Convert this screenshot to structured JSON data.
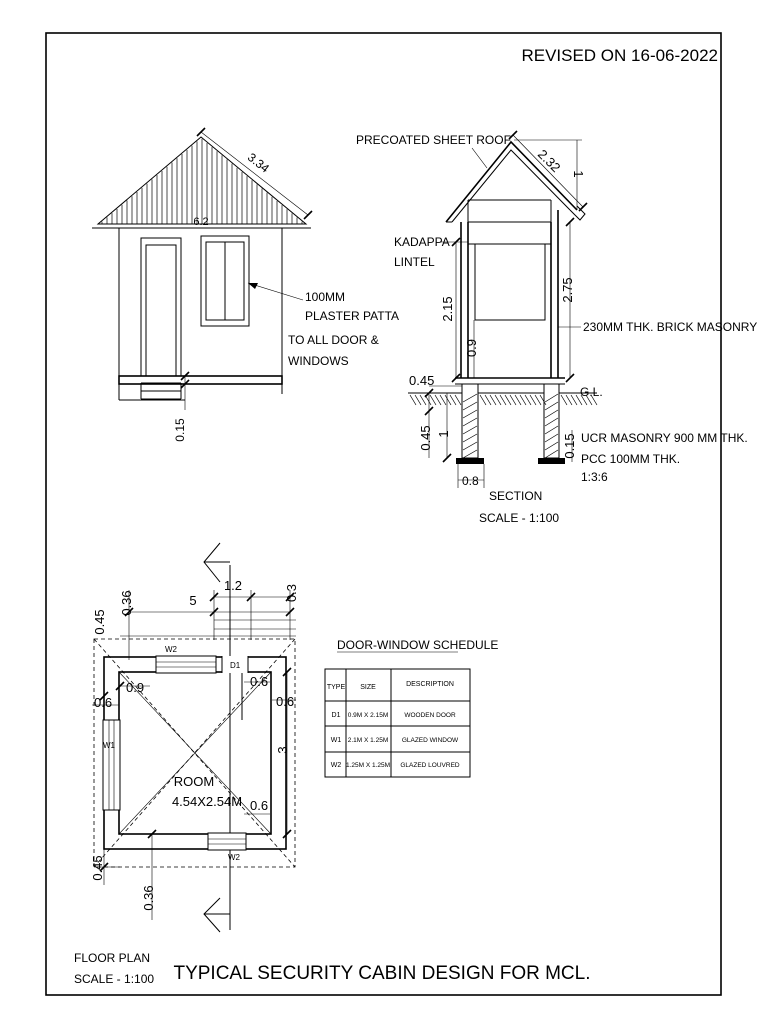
{
  "header": {
    "revised": "REVISED ON 16-06-2022"
  },
  "elevation": {
    "dims": {
      "roof_slope": "3.34",
      "roof_width": "6.2",
      "plinth": "0.15"
    },
    "notes": {
      "plaster_l1": "100MM",
      "plaster_l2": "PLASTER PATTA",
      "plaster_l3": "TO ALL DOOR &",
      "plaster_l4": "WINDOWS"
    }
  },
  "section": {
    "labels": {
      "roof": "PRECOATED SHEET ROOF",
      "kadappa": "KADAPPA",
      "lintel": "LINTEL",
      "brick": "230MM THK. BRICK MASONRY",
      "gl": "G.L.",
      "ucr": "UCR MASONRY 900 MM THK.",
      "pcc": "PCC 100MM THK.",
      "mix": "1:3:6",
      "title": "SECTION",
      "scale": "SCALE - 1:100"
    },
    "dims": {
      "slope": "2.32",
      "rise": "1",
      "h275": "2.75",
      "h215": "2.15",
      "h09": "0.9",
      "w045": "0.45",
      "d045": "0.45",
      "d1": "1",
      "d015": "0.15",
      "w08": "0.8"
    }
  },
  "plan": {
    "dims": {
      "top_036": "0.36",
      "top_045": "0.45",
      "top_5": "5",
      "top_12": "1.2",
      "top_03": "0.3",
      "left_06": "0.6",
      "i09": "0.9",
      "i06a": "0.6",
      "r06": "0.6",
      "r3": "3",
      "i06b": "0.6",
      "bot_045": "0.45",
      "bot_036": "0.36"
    },
    "tags": {
      "w2_top": "W2",
      "d1": "D1",
      "w1": "W1",
      "w2_bot": "W2"
    },
    "room_l1": "ROOM",
    "room_l2": "4.54X2.54M",
    "title": "FLOOR PLAN",
    "scale": "SCALE - 1:100"
  },
  "schedule": {
    "title": "DOOR-WINDOW SCHEDULE",
    "headers": [
      "TYPE",
      "SIZE",
      "DESCRIPTION"
    ],
    "rows": [
      [
        "D1",
        "0.9M X 2.15M",
        "WOODEN  DOOR"
      ],
      [
        "W1",
        "2.1M X 1.25M",
        "GLAZED WINDOW"
      ],
      [
        "W2",
        "1.25M X 1.25M",
        "GLAZED LOUVRED"
      ]
    ]
  },
  "footer": {
    "title": "TYPICAL SECURITY CABIN DESIGN FOR MCL."
  }
}
